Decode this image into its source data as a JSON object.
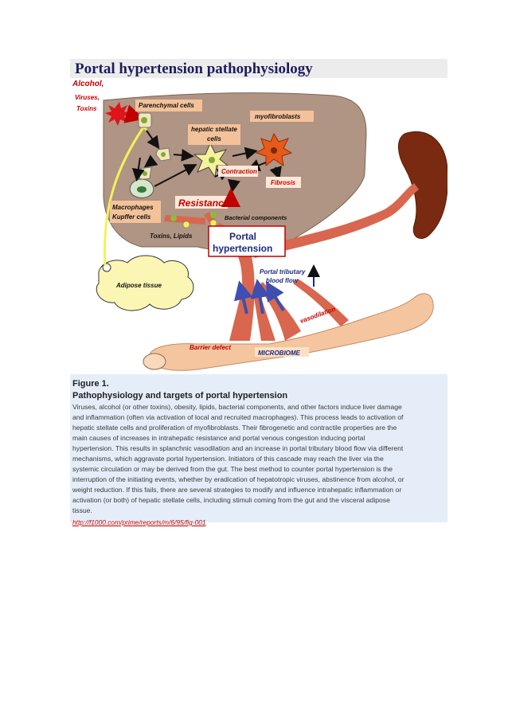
{
  "header": {
    "title": "Portal hypertension pathophysiology"
  },
  "figure": {
    "labels": {
      "alcohol": "Alcohol,",
      "viruses": "Viruses,",
      "toxins_top": "Toxins",
      "parenchymal": "Parenchymal cells",
      "myofibroblasts": "myofibroblasts",
      "stellate_1": "hepatic stellate",
      "stellate_2": "cells",
      "contraction": "Contraction",
      "fibrosis": "Fibrosis",
      "resistance": "Resistance",
      "macrophages_1": "Macrophages",
      "macrophages_2": "Kupffer cells",
      "bacterial": "Bacterial components",
      "toxins_lipids": "Toxins, Lipids",
      "portal_1": "Portal",
      "portal_2": "hypertension",
      "tributary_1": "Portal tributary",
      "tributary_2": "blood flow",
      "adipose": "Adipose tissue",
      "vasodilation": "vasodilation",
      "barrier": "Barrier defect",
      "microbiome": "MICROBIOME"
    },
    "colors": {
      "liver": "#b09484",
      "spleen": "#7a2a10",
      "vessel": "#d9664e",
      "intestine": "#f4c59e",
      "label_box": "#f3c29a",
      "label_red": "#c00000",
      "arrow_blue": "#3d4fb0",
      "adipose": "#fbf6b4",
      "yellow_arrow": "#f2f25a"
    }
  },
  "caption": {
    "number": "Figure 1.",
    "title": "Pathophysiology and targets of portal hypertension",
    "lines": [
      "Viruses, alcohol (or other toxins), obesity, lipids, bacterial components, and other factors induce liver damage",
      "and inflammation (often via activation of local and recruited macrophages). This process leads to activation of",
      "hepatic stellate cells and proliferation of myofibroblasts. Their fibrogenetic and contractile properties are the",
      "main causes of increases in intrahepatic resistance and portal venous congestion inducing portal",
      "hypertension. This results in splanchnic vasodilation and an increase in portal tributary blood flow via different",
      "mechanisms, which aggravate portal hypertension. Initiators of this cascade may reach the liver via the",
      "systemic circulation or may be derived from the gut. The best method to counter portal hypertension is the",
      "interruption of the initiating events, whether by eradication of hepatotropic viruses, abstinence from alcohol, or",
      "weight reduction. If this fails, there are several strategies to modify and influence intrahepatic inflammation or",
      "activation (or both) of hepatic stellate cells, including stimuli coming from the gut and the visceral adipose",
      "tissue."
    ],
    "link": "http://f1000.com/prime/reports/m/6/95/fig-001"
  }
}
